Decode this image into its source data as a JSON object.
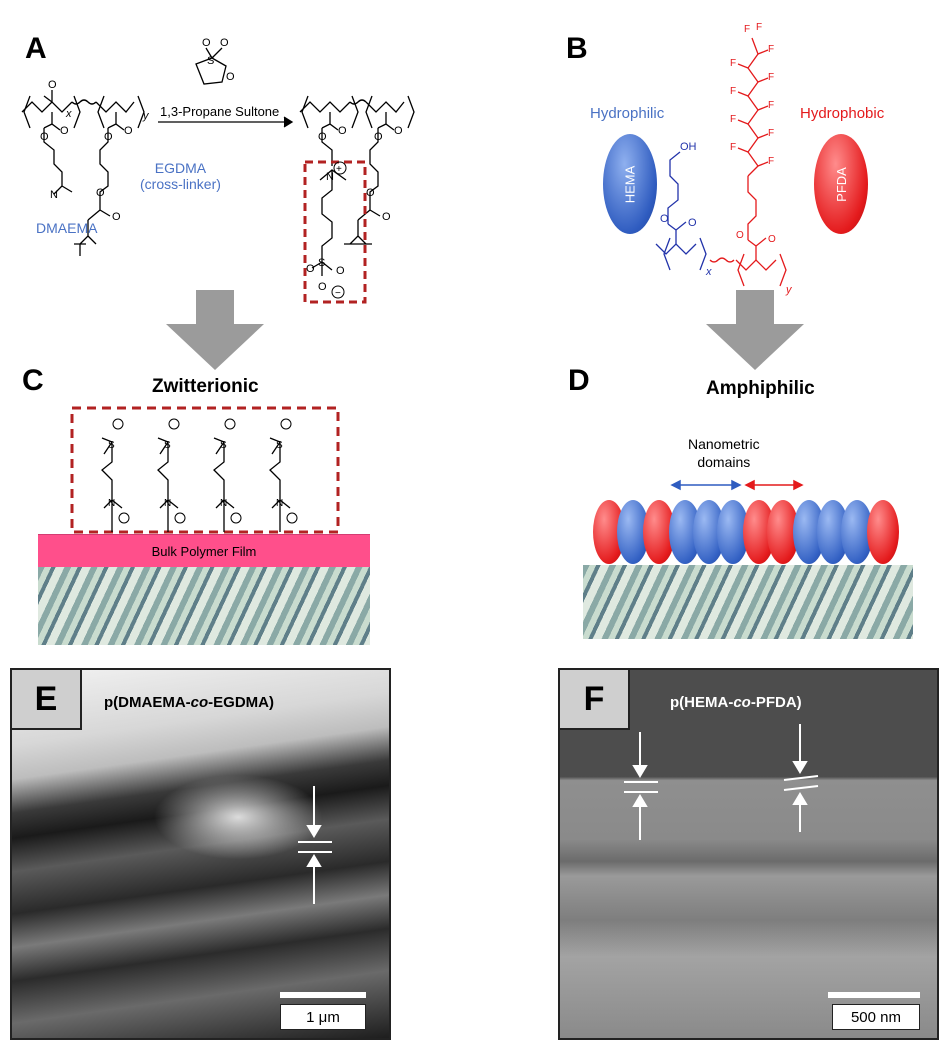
{
  "panels": {
    "A": {
      "letter": "A",
      "reagent": "1,3-Propane Sultone",
      "monomer1": "DMAEMA",
      "monomer2_line1": "EGDMA",
      "monomer2_line2": "(cross-linker)",
      "sub_x": "x",
      "sub_y": "y"
    },
    "B": {
      "letter": "B",
      "hydrophilic": "Hydrophilic",
      "hydrophobic": "Hydrophobic",
      "hema": "HEMA",
      "pfda": "PFDA",
      "sub_x": "x",
      "sub_y": "y"
    },
    "C": {
      "letter": "C",
      "title": "Zwitterionic",
      "film_label": "Bulk Polymer Film"
    },
    "D": {
      "letter": "D",
      "title": "Amphiphilic",
      "domains_line1": "Nanometric",
      "domains_line2": "domains"
    },
    "E": {
      "letter": "E",
      "title_pre": "p(DMAEMA-",
      "title_co": "co",
      "title_post": "-EGDMA)",
      "scale": "1 μm"
    },
    "F": {
      "letter": "F",
      "title_pre": "p(HEMA-",
      "title_co": "co",
      "title_post": "-PFDA)",
      "scale": "500 nm"
    }
  },
  "colors": {
    "blue": "#4a72c4",
    "red": "#e41a1c",
    "dark_red_dash": "#b22222",
    "film_pink": "#ff4f8b",
    "arrow_gray": "#9b9b9b"
  }
}
